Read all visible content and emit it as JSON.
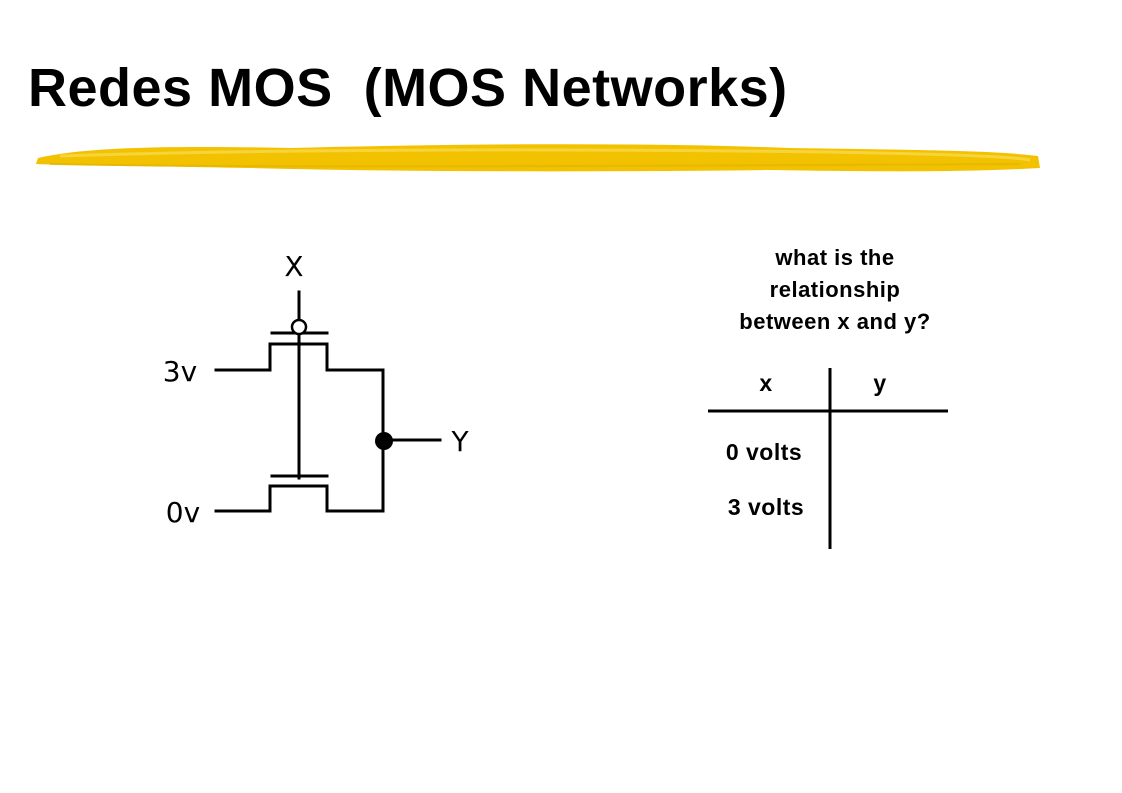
{
  "slide": {
    "title": "Redes MOS  (MOS Networks)",
    "accent_color": "#f2c200"
  },
  "circuit": {
    "input_label": "X",
    "output_label": "Y",
    "supply_high_label": "3v",
    "supply_low_label": "0v"
  },
  "question": {
    "lines": [
      "what  is the",
      "relationship",
      "between x and y?"
    ]
  },
  "truth_table": {
    "columns": [
      "x",
      "y"
    ],
    "rows": [
      {
        "x": "0 volts",
        "y": ""
      },
      {
        "x": "3 volts",
        "y": ""
      }
    ]
  }
}
